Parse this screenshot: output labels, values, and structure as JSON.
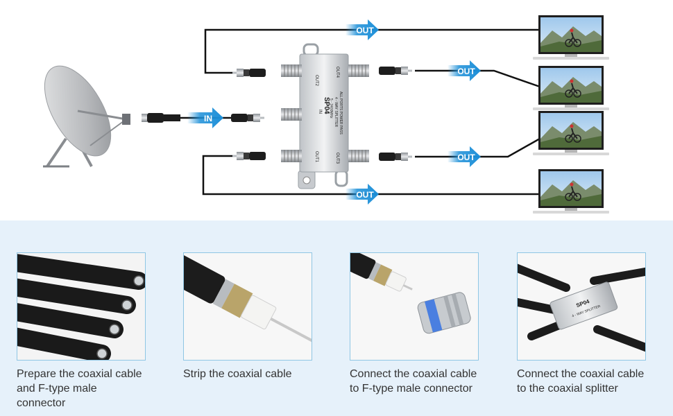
{
  "diagram": {
    "in_label": "IN",
    "out_labels": [
      "OUT",
      "OUT",
      "OUT",
      "OUT"
    ],
    "splitter": {
      "model": "SP04",
      "line1": "5 - 2400MHz",
      "line2": "4 - WAY SPLITTER",
      "line3": "ALL PORTS POWER PASS",
      "in_port": "IN",
      "ports": [
        "OUT2",
        "OUT4",
        "OUT1",
        "OUT3"
      ]
    },
    "colors": {
      "arrow": "#1c8fd8",
      "cable": "#111111",
      "bottom_bg": "#e6f1fa",
      "photo_border": "#8fc6e4"
    }
  },
  "steps": [
    {
      "line1": "Prepare the coaxial cable",
      "line2": "and F-type male connector"
    },
    {
      "line1": "Strip the coaxial cable",
      "line2": ""
    },
    {
      "line1": "Connect the coaxial cable",
      "line2": "to F-type male connector"
    },
    {
      "line1": "Connect the coaxial cable",
      "line2": "to the coaxial splitter"
    }
  ],
  "step_photo_splitter": {
    "model": "SP04",
    "text": "4 - WAY SPLITTER"
  }
}
